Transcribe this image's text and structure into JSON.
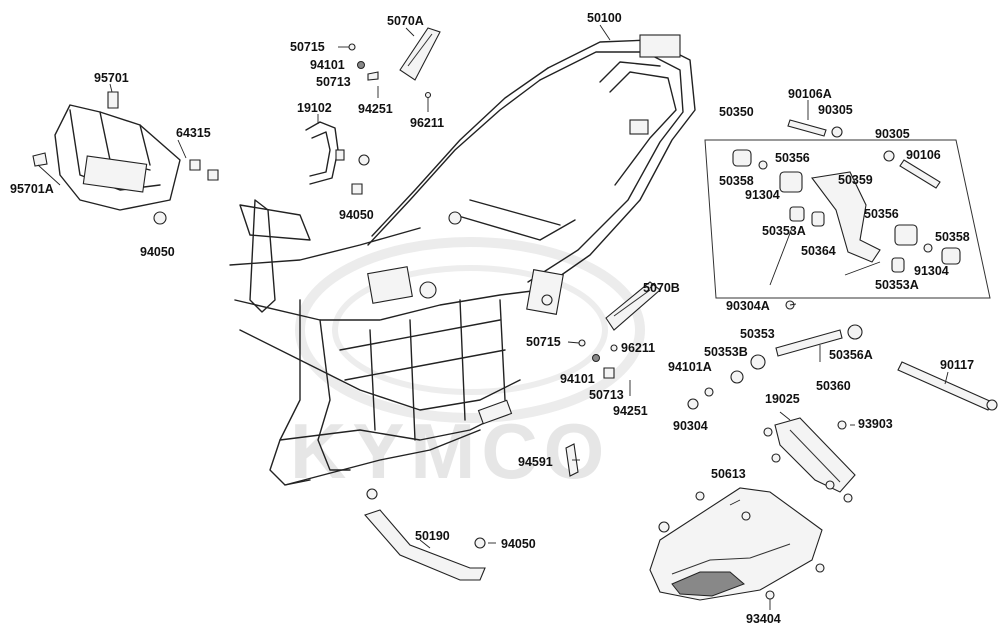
{
  "brand": {
    "watermark": "KYMCO"
  },
  "colors": {
    "line": "#222222",
    "label": "#111111",
    "watermark": "#e6e6e6",
    "background": "#ffffff"
  },
  "labels": {
    "p50100": "50100",
    "p5070A": "5070A",
    "p50715_top": "50715",
    "p94101_top": "94101",
    "p50713_top": "50713",
    "p94251_top": "94251",
    "p96211_top": "96211",
    "p19102": "19102",
    "p94050_mid": "94050",
    "p95701": "95701",
    "p64315": "64315",
    "p95701A": "95701A",
    "p94050_left": "94050",
    "p90106A": "90106A",
    "p50350": "50350",
    "p90305_a": "90305",
    "p90305_b": "90305",
    "p90106": "90106",
    "p50356_a": "50356",
    "p50358_a": "50358",
    "p91304_a": "91304",
    "p50359": "50359",
    "p50353A_a": "50353A",
    "p50364": "50364",
    "p50356_b": "50356",
    "p50358_b": "50358",
    "p91304_b": "91304",
    "p50353A_b": "50353A",
    "p5070B": "5070B",
    "p90304A": "90304A",
    "p50715_mid": "50715",
    "p96211_mid": "96211",
    "p50353": "50353",
    "p50353B": "50353B",
    "p94101A": "94101A",
    "p50356A": "50356A",
    "p90117": "90117",
    "p94101_mid": "94101",
    "p50713_mid": "50713",
    "p94251_mid": "94251",
    "p50360": "50360",
    "p90304": "90304",
    "p19025": "19025",
    "p93903": "93903",
    "p94591": "94591",
    "p50613": "50613",
    "p50190": "50190",
    "p94050_bot": "94050",
    "p93404": "93404"
  },
  "icons": {
    "frame": "scooter-frame-icon",
    "bracket": "engine-bracket-icon",
    "linkage": "linkage-assembly-icon",
    "cover": "under-cover-icon"
  }
}
